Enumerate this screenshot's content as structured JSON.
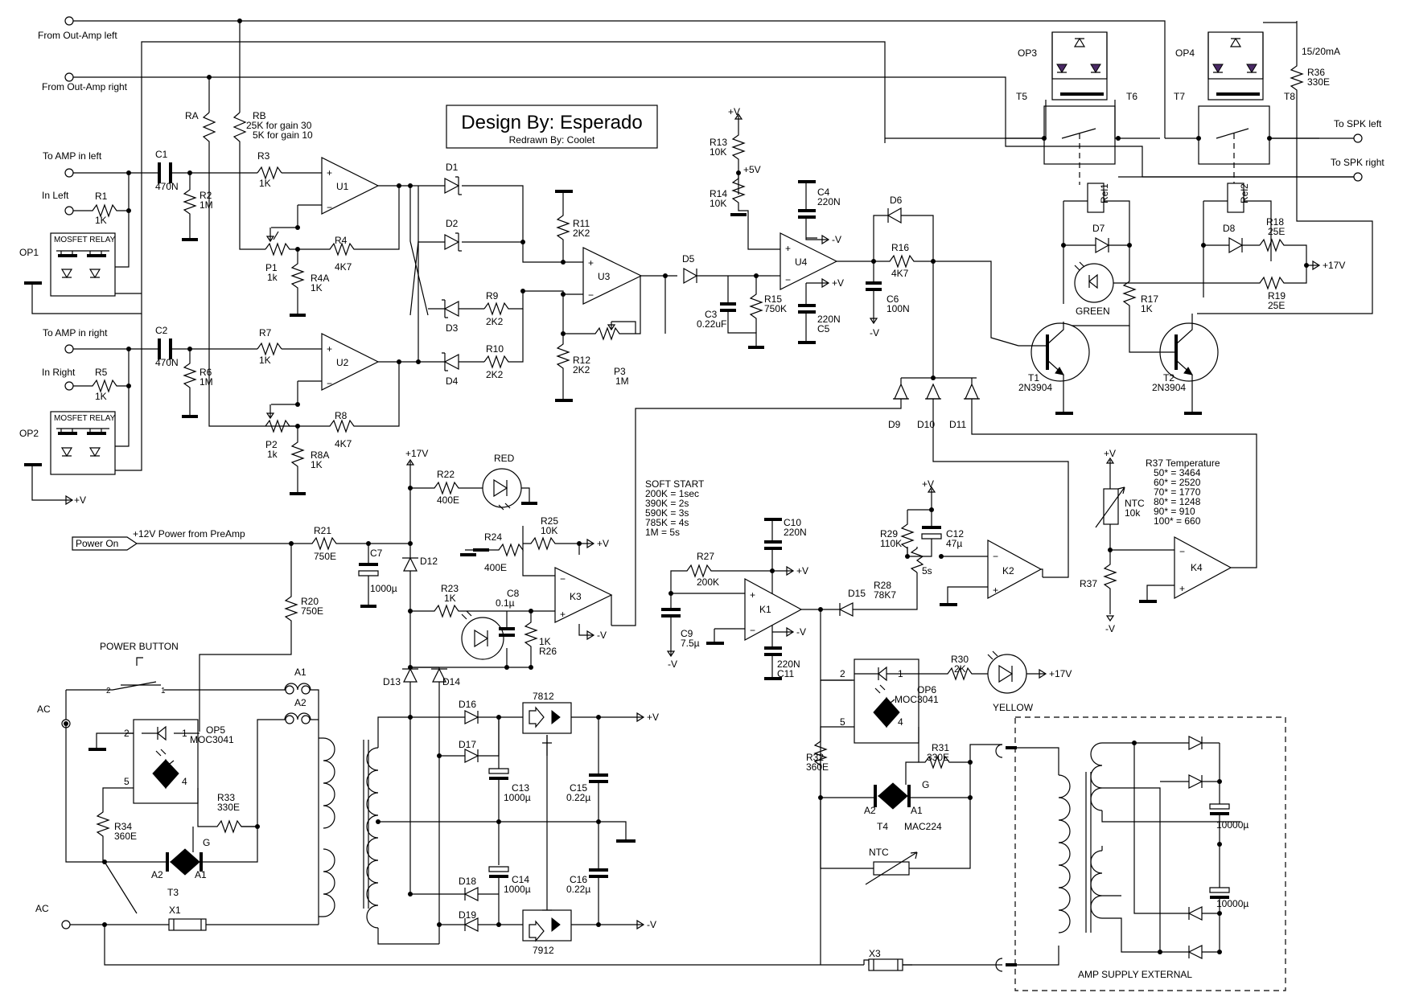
{
  "title": {
    "main": "Design By: Esperado",
    "sub": "Redrawn By: Coolet"
  },
  "io": {
    "out_amp_left": "From Out-Amp left",
    "out_amp_right": "From Out-Amp right",
    "amp_in_left": "To AMP in left",
    "amp_in_right": "To AMP in right",
    "in_left": "In Left",
    "in_right": "In Right",
    "spk_left": "To SPK left",
    "spk_right": "To SPK right",
    "power_on": "Power On",
    "power_from_preamp": "+12V  Power from PreAmp",
    "power_button": "POWER BUTTON",
    "ac1": "AC",
    "ac2": "AC",
    "amp_supply": "AMP SUPPLY EXTERNAL",
    "current": "15/20mA"
  },
  "labels": {
    "c1": "C1",
    "c1v": "470N",
    "c2": "C2",
    "c2v": "470N",
    "r1": "R1",
    "r1v": "1K",
    "r2": "R2",
    "r2v": "1M",
    "r5": "R5",
    "r5v": "1K",
    "r6": "R6",
    "r6v": "1M",
    "ra": "RA",
    "rb": "RB",
    "rb1": "25K for gain 30",
    "rb2": "5K for gain 10",
    "r3": "R3",
    "r3v": "1K",
    "r7": "R7",
    "r7v": "1K",
    "u1": "U1",
    "u2": "U2",
    "u3": "U3",
    "u4": "U4",
    "r4": "R4",
    "r4v": "4K7",
    "r8": "R8",
    "r8v": "4K7",
    "p1": "P1",
    "p1v": "1k",
    "p2": "P2",
    "p2v": "1k",
    "r4a": "R4A",
    "r4av": "1K",
    "r8a": "R8A",
    "r8av": "1K",
    "op1": "OP1",
    "op2": "OP2",
    "mosfet1": "MOSFET RELAY",
    "mosfet2": "MOSFET RELAY",
    "plusv1": "+V",
    "d1": "D1",
    "d2": "D2",
    "d3": "D3",
    "d4": "D4",
    "d5": "D5",
    "d6": "D6",
    "d7": "D7",
    "d8": "D8",
    "d9": "D9",
    "d10": "D10",
    "d11": "D11",
    "r9": "R9",
    "r9v": "2K2",
    "r10": "R10",
    "r10v": "2K2",
    "r11": "R11",
    "r11v": "2K2",
    "r12": "R12",
    "r12v": "2K2",
    "p3": "P3",
    "p3v": "1M",
    "r13": "R13",
    "r13v": "10K",
    "r14": "R14",
    "r14v": "10K",
    "pv_r13": "+V",
    "p5v": "+5V",
    "r15": "R15",
    "r15v": "750K",
    "c3": "C3",
    "c3v": "0.22uF",
    "c4": "C4",
    "c4v": "220N",
    "c5": "C5",
    "c5v": "220N",
    "u4_mv": "-V",
    "u4_pv": "+V",
    "c6": "C6",
    "c6v": "100N",
    "c6_mv": "-V",
    "r16": "R16",
    "r16v": "4K7",
    "op3": "OP3",
    "op4": "OP4",
    "t5": "T5",
    "t6": "T6",
    "t7": "T7",
    "t8": "T8",
    "r36": "R36",
    "r36v": "330E",
    "rel1": "Rel1",
    "rel2": "Rel2",
    "green": "GREEN",
    "r17": "R17",
    "r17v": "1K",
    "r18": "R18",
    "r18v": "25E",
    "r19": "R19",
    "r19v": "25E",
    "p17v": "+17V",
    "t1": "T1",
    "t1v": "2N3904",
    "t2": "T2",
    "t2v": "2N3904",
    "p17v_top": "+17V",
    "r22": "R22",
    "r22v": "400E",
    "red": "RED",
    "r21": "R21",
    "r21v": "750E",
    "c7": "C7",
    "c7v": "1000µ",
    "d12": "D12",
    "r20": "R20",
    "r20v": "750E",
    "r24": "R24",
    "r24v": "400E",
    "r25": "R25",
    "r25v": "10K",
    "k3_pv": "+V",
    "k3_mv": "-V",
    "r23": "R23",
    "r23v": "1K",
    "c8": "C8",
    "c8v": "0.1µ",
    "r26": "R26",
    "r26v": "1K",
    "k3": "K3",
    "soft1": "SOFT START",
    "soft2": "200K = 1sec",
    "soft3": "390K = 2s",
    "soft4": "590K = 3s",
    "soft5": "785K = 4s",
    "soft6": "1M = 5s",
    "r27": "R27",
    "r27v": "200K",
    "c9": "C9",
    "c9v": "7.5µ",
    "c9_mv": "-V",
    "c10": "C10",
    "c10v": "220N",
    "c11": "C11",
    "c11v": "220N",
    "k1_pv": "+V",
    "k1_mv": "-V",
    "k1": "K1",
    "d15": "D15",
    "r28": "R28",
    "r28v": "78K7",
    "t5s": "5s",
    "r29": "R29",
    "r29v": "110K",
    "c12": "C12",
    "c12v": "47µ",
    "k2_pv": "+V",
    "k2": "K2",
    "r37_title": "R37 Temperature",
    "t50": "50* = 3464",
    "t60": "60* = 2520",
    "t70": "70* = 1770",
    "t80": "80* = 1248",
    "t90": "90* = 910",
    "t100": "100* = 660",
    "ntc1": "NTC",
    "ntc1v": "10k",
    "r37": "R37",
    "k4": "K4",
    "k4_pv": "+V",
    "k4_mv": "-V",
    "a1": "A1",
    "a2": "A2",
    "op5": "OP5",
    "op5v": "MOC3041",
    "op5_p1": "1",
    "op5_p2": "2",
    "op5_p4": "4",
    "op5_p5": "5",
    "sw1": "1",
    "sw2": "2",
    "r33": "R33",
    "r33v": "330E",
    "r34": "R34",
    "r34v": "360E",
    "t3": "T3",
    "t3_a1": "A1",
    "t3_a2": "A2",
    "t3_g": "G",
    "x1": "X1",
    "x3": "X3",
    "d13": "D13",
    "d14": "D14",
    "d16": "D16",
    "d17": "D17",
    "d18": "D18",
    "d19": "D19",
    "reg1": "7812",
    "reg2": "7912",
    "reg_pv": "+V",
    "reg_mv": "-V",
    "c13": "C13",
    "c13v": "1000µ",
    "c14": "C14",
    "c14v": "1000µ",
    "c15": "C15",
    "c15v": "0.22µ",
    "c16": "C16",
    "c16v": "0.22µ",
    "op6": "OP6",
    "op6v": "MOC3041",
    "op6_p1": "1",
    "op6_p2": "2",
    "op6_p4": "4",
    "op6_p5": "5",
    "r30": "R30",
    "r30v": "2K",
    "yellow": "YELLOW",
    "p17v_y": "+17V",
    "r31": "R31",
    "r31v": "330E",
    "r32": "R32",
    "r32v": "360E",
    "t4": "T4",
    "t4v": "MAC224",
    "t4_a1": "A1",
    "t4_a2": "A2",
    "t4_g": "G",
    "ntc2": "NTC",
    "cap10000a": "10000µ",
    "cap10000b": "10000µ"
  }
}
